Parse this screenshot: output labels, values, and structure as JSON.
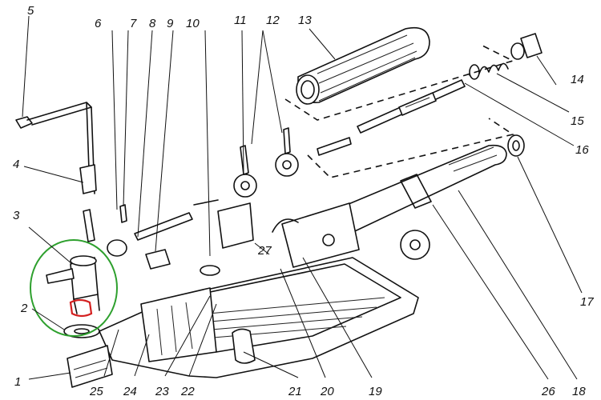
{
  "callouts": [
    {
      "id": "5",
      "label": "5"
    },
    {
      "id": "6",
      "label": "6"
    },
    {
      "id": "7",
      "label": "7"
    },
    {
      "id": "8",
      "label": "8"
    },
    {
      "id": "9",
      "label": "9"
    },
    {
      "id": "10",
      "label": "10"
    },
    {
      "id": "11",
      "label": "11"
    },
    {
      "id": "12",
      "label": "12"
    },
    {
      "id": "13",
      "label": "13"
    },
    {
      "id": "14",
      "label": "14"
    },
    {
      "id": "15",
      "label": "15"
    },
    {
      "id": "16",
      "label": "16"
    },
    {
      "id": "4",
      "label": "4"
    },
    {
      "id": "3",
      "label": "3"
    },
    {
      "id": "2",
      "label": "2"
    },
    {
      "id": "1",
      "label": "1"
    },
    {
      "id": "17",
      "label": "17"
    },
    {
      "id": "27",
      "label": "27"
    },
    {
      "id": "25",
      "label": "25"
    },
    {
      "id": "24",
      "label": "24"
    },
    {
      "id": "23",
      "label": "23"
    },
    {
      "id": "22",
      "label": "22"
    },
    {
      "id": "21",
      "label": "21"
    },
    {
      "id": "20",
      "label": "20"
    },
    {
      "id": "19",
      "label": "19"
    },
    {
      "id": "26",
      "label": "26"
    },
    {
      "id": "18",
      "label": "18"
    }
  ],
  "annotations": {
    "green_ring_color": "#2ea02e",
    "red_mark_color": "#d42020"
  }
}
